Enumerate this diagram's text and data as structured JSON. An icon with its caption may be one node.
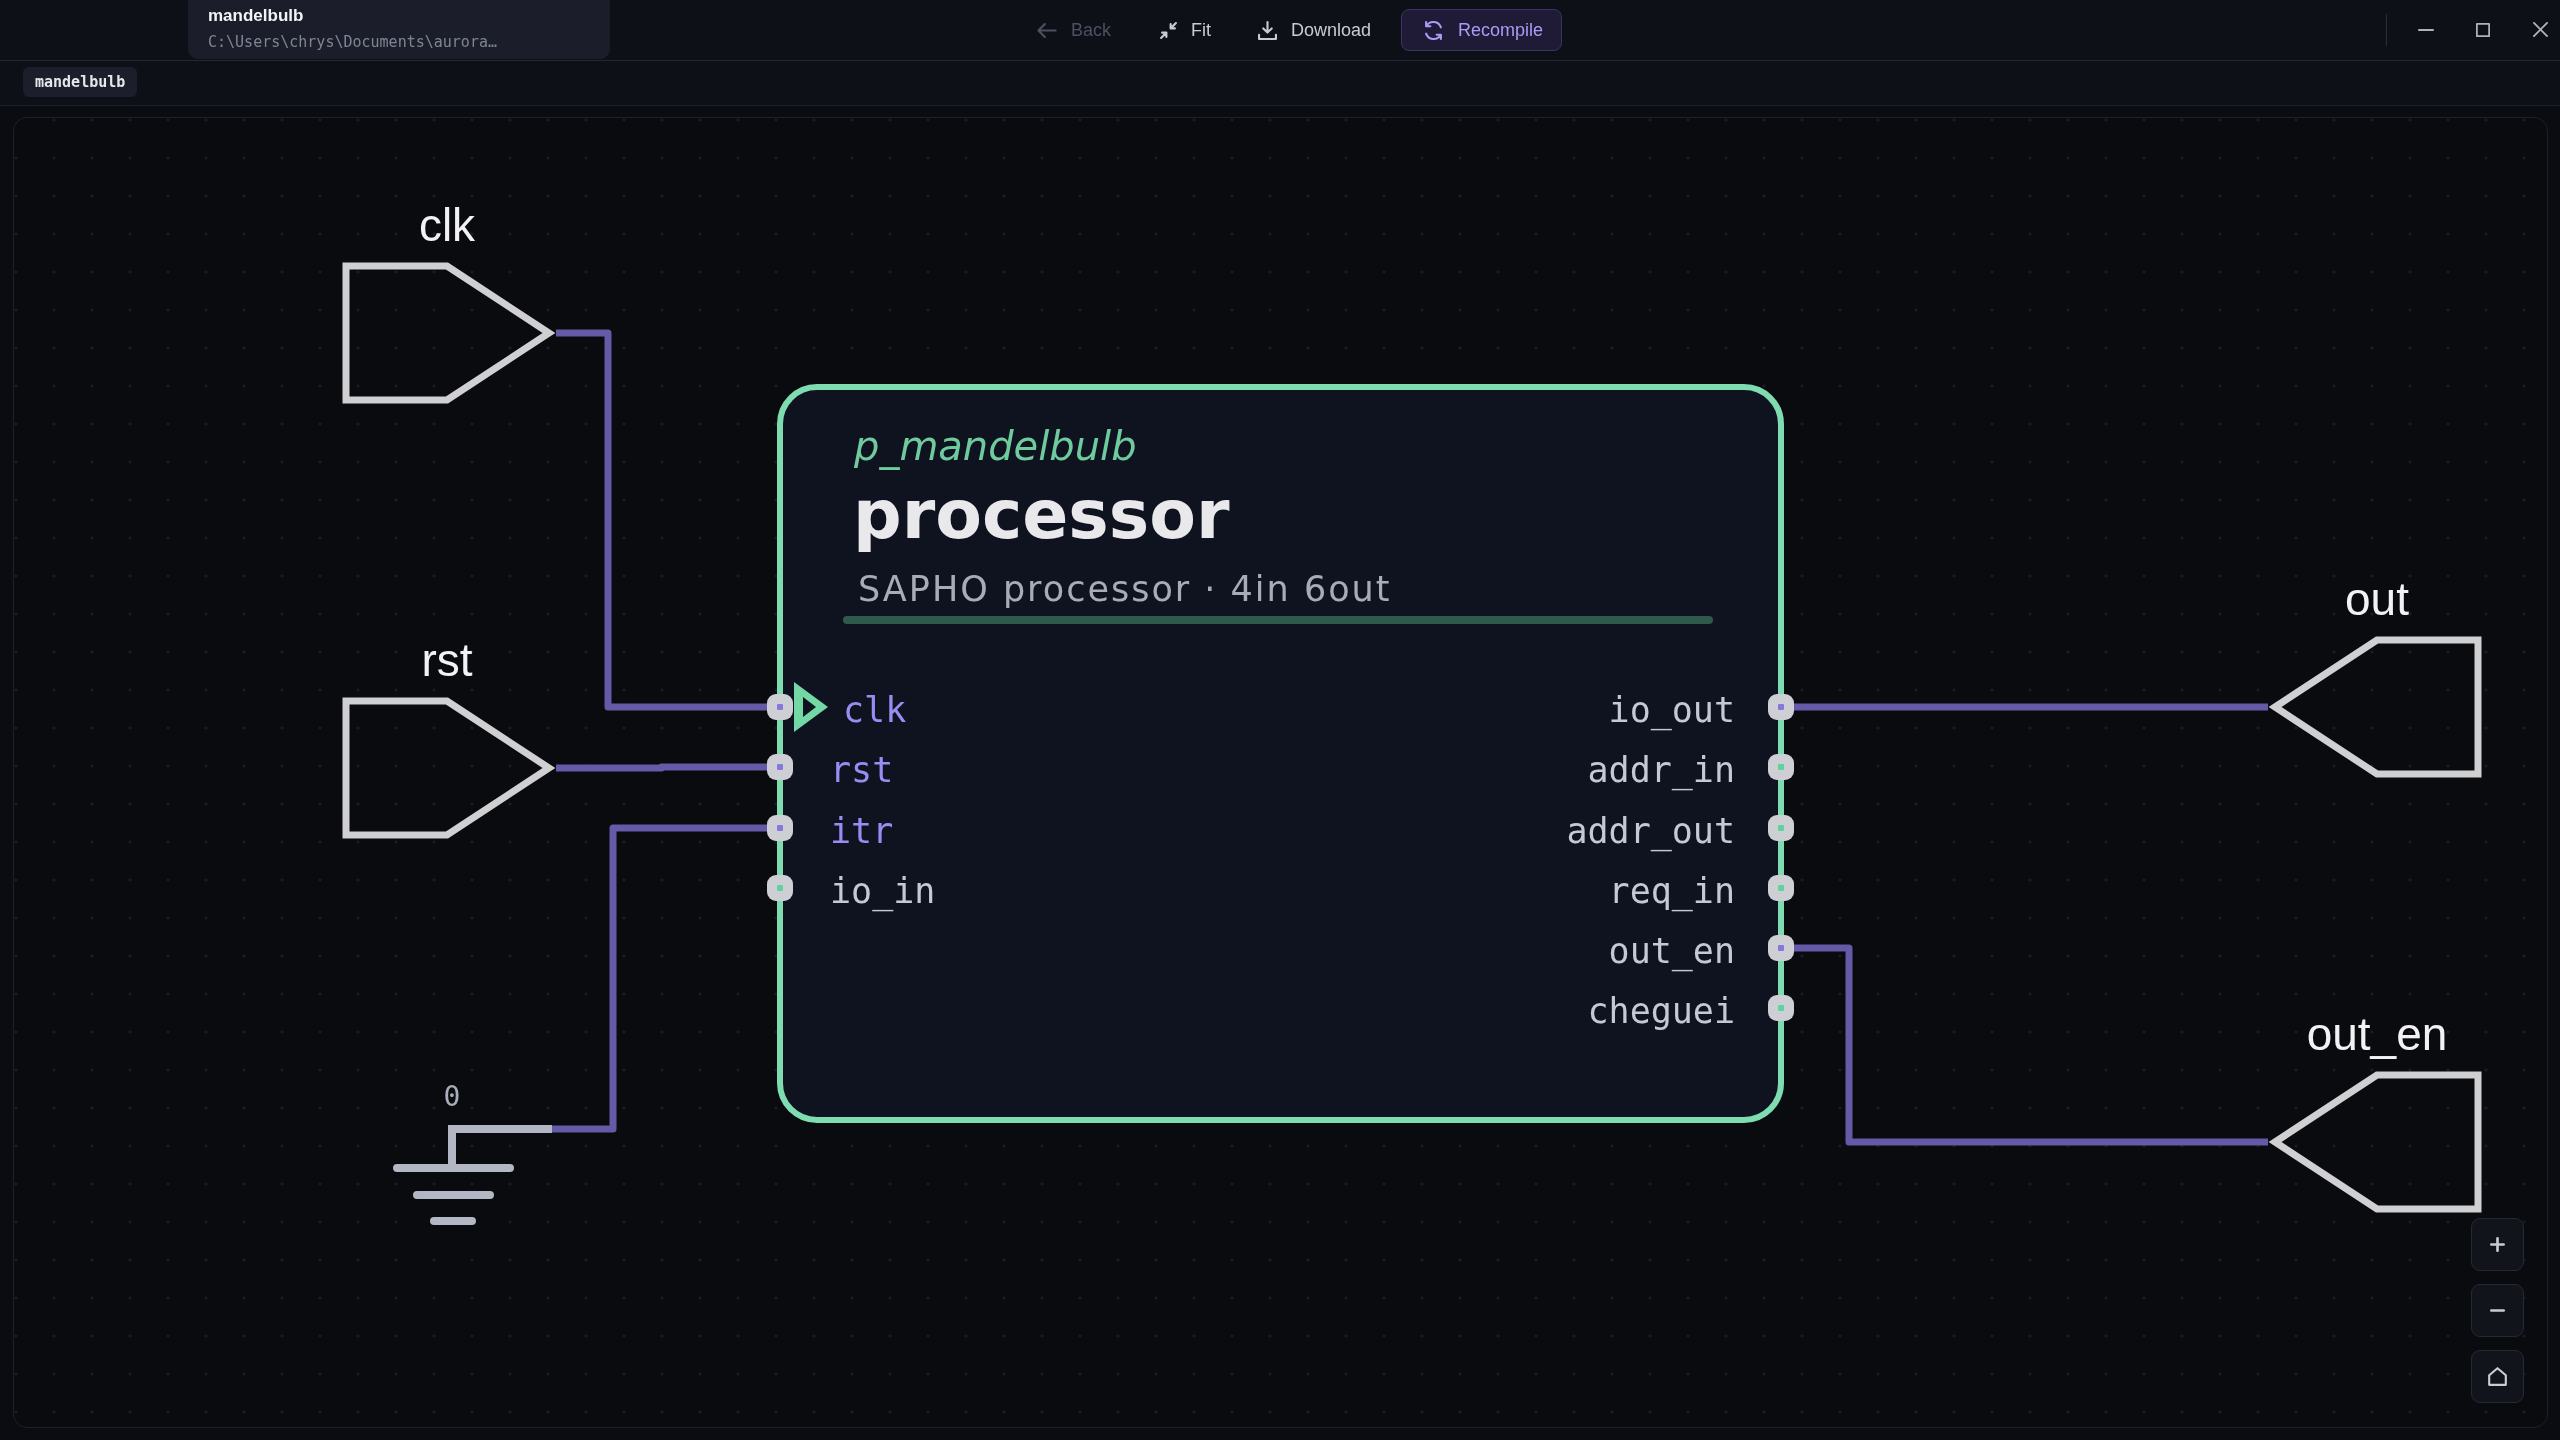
{
  "diagram": {
    "nodes": [
      {
        "text": [
          "clk"
        ]
      },
      {
        "text": [
          "rst"
        ]
      },
      {
        "text": [
          "0"
        ]
      },
      {
        "text": [
          "p_mandelbulb",
          "processor",
          "SAPHO processor · 4in 6out"
        ]
      },
      {
        "text": [
          "clk"
        ],
        "in": 3
      },
      {
        "text": [
          "rst"
        ],
        "in": 3
      },
      {
        "text": [
          "itr"
        ],
        "in": 3
      },
      {
        "text": [
          "io_in"
        ],
        "in": 3
      },
      {
        "text": [
          "io_out"
        ],
        "in": 3
      },
      {
        "text": [
          "addr_in"
        ],
        "in": 3
      },
      {
        "text": [
          "addr_out"
        ],
        "in": 3
      },
      {
        "text": [
          "req_in"
        ],
        "in": 3
      },
      {
        "text": [
          "out_en"
        ],
        "in": 3
      },
      {
        "text": [
          "cheguei"
        ],
        "in": 3
      },
      {
        "text": [
          "out"
        ]
      },
      {
        "text": [
          "out_en"
        ]
      }
    ],
    "edges": [
      {
        "from": 0,
        "to": 4,
        "arrow": "none"
      },
      {
        "from": 1,
        "to": 5,
        "arrow": "none"
      },
      {
        "from": 2,
        "to": 6,
        "arrow": "none"
      },
      {
        "from": 8,
        "to": 14,
        "arrow": "none"
      },
      {
        "from": 12,
        "to": 15,
        "arrow": "none"
      }
    ],
    "labels": [
      "mandelbulb",
      "C:\\Users\\chrys\\Documents\\aurora…",
      "Back",
      "Fit",
      "Download",
      "Recompile",
      "mandelbulb"
    ]
  }
}
